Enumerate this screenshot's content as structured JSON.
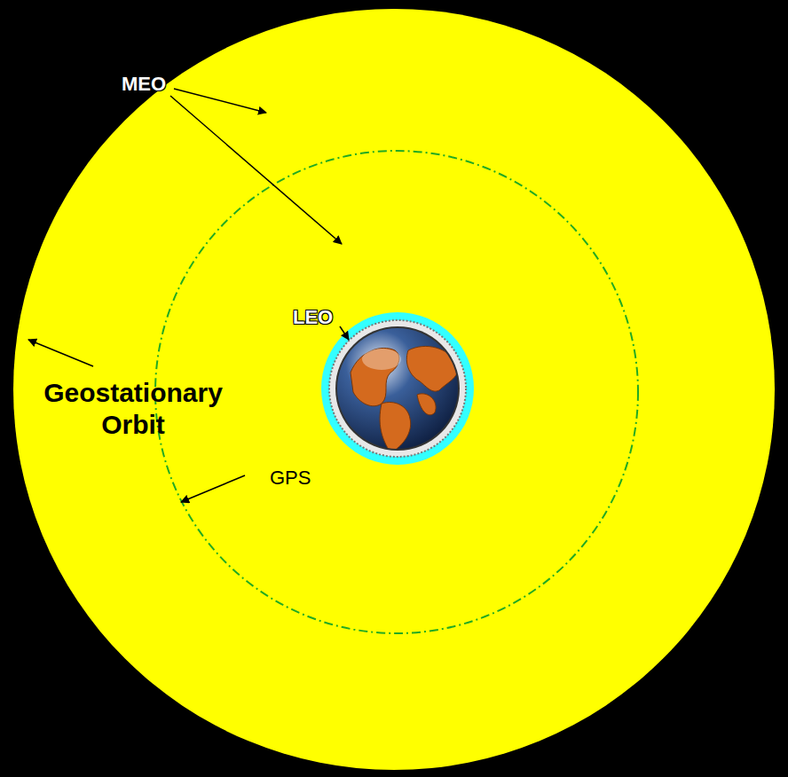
{
  "diagram": {
    "labels": [
      "MEO",
      "LEO",
      "Geostationary Orbit",
      "GPS"
    ]
  }
}
